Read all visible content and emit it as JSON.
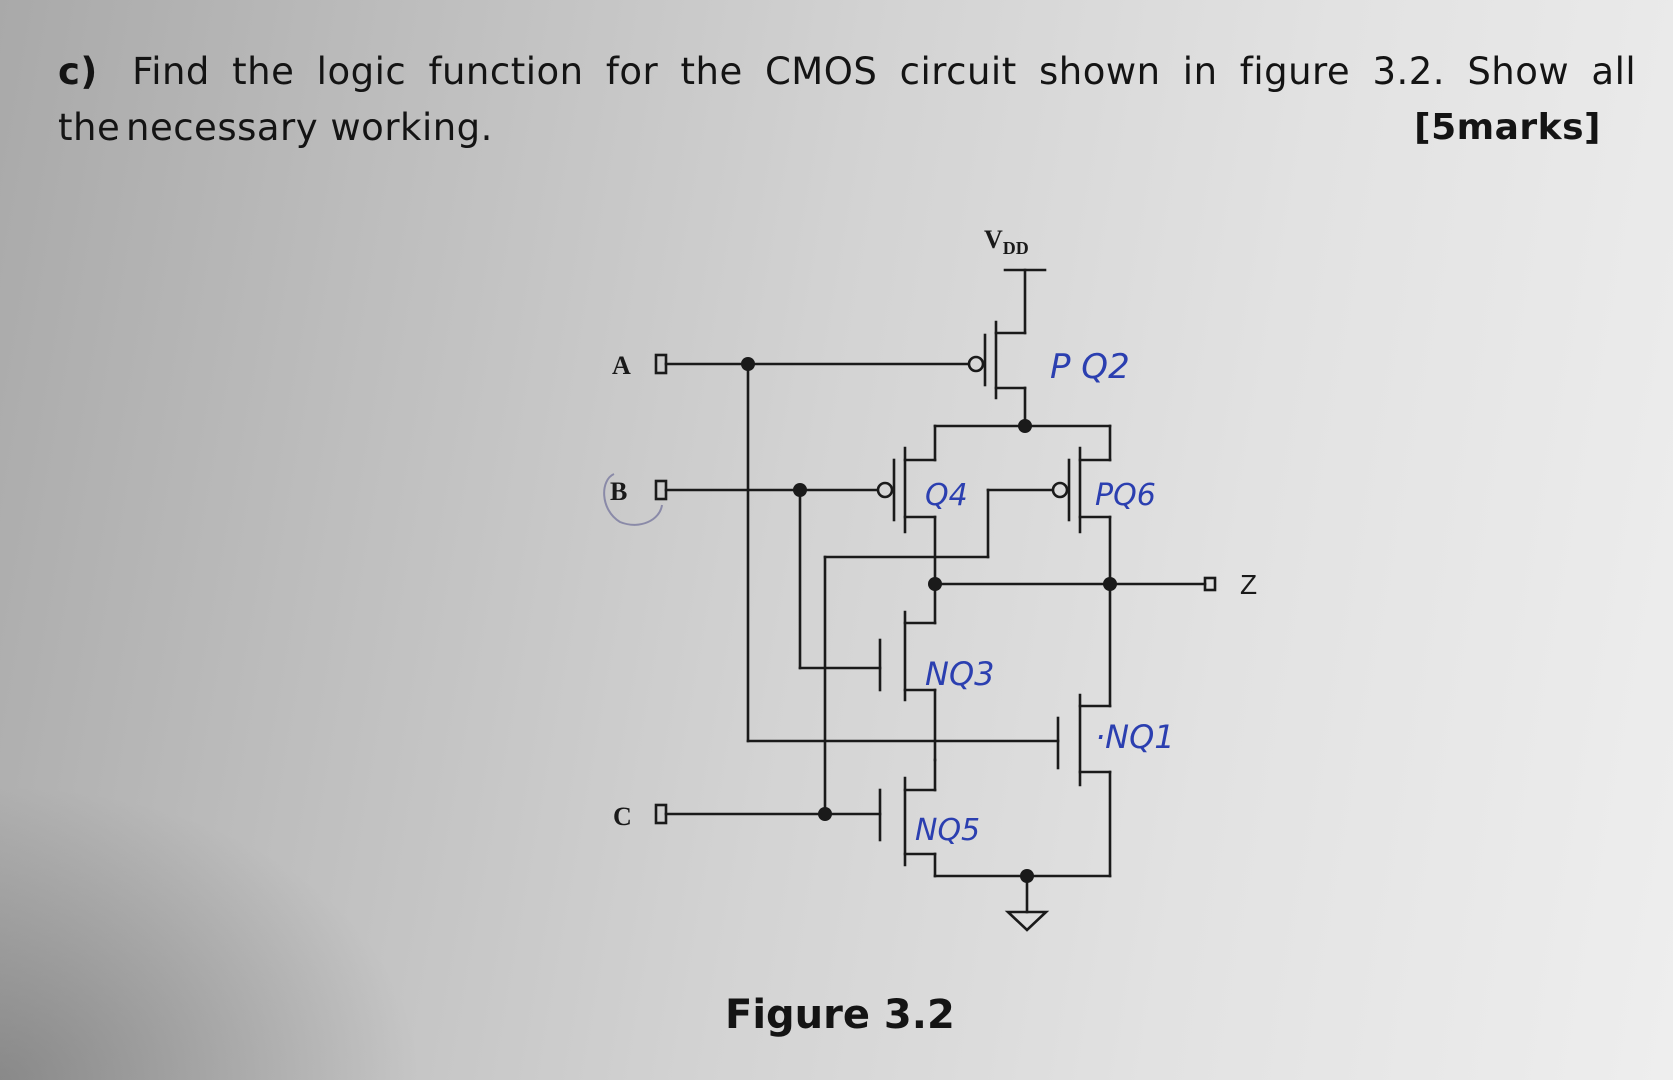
{
  "question": {
    "label": "c)",
    "line1": "Find the logic function for the CMOS circuit shown in figure 3.2. Show all the",
    "line2": "necessary working.",
    "marks": "[5marks]"
  },
  "circuit": {
    "supply_label": "V",
    "supply_subscript": "DD",
    "inputs": [
      "A",
      "B",
      "C"
    ],
    "output": "Z",
    "handwritten": {
      "q2": "P Q2",
      "q4": "Q4",
      "q6": "PQ6",
      "q3": "NQ3",
      "q1": "·NQ1",
      "q5": "NQ5"
    },
    "ink_color": "#2b3fb0"
  },
  "figure_caption": "Figure 3.2"
}
